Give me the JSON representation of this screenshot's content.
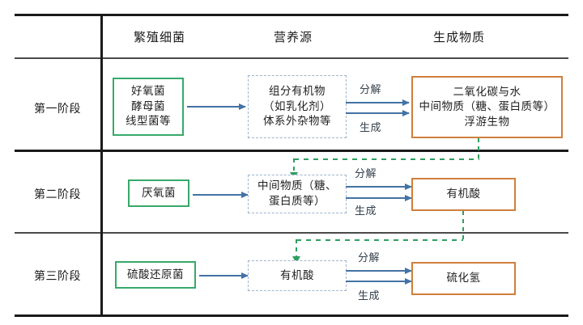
{
  "table": {
    "columns": [
      {
        "id": "stage",
        "label": ""
      },
      {
        "id": "bacteria",
        "label": "繁殖细菌"
      },
      {
        "id": "nutrient",
        "label": "营养源"
      },
      {
        "id": "product",
        "label": "生成物质"
      }
    ]
  },
  "arrow_labels": {
    "decompose": "分解",
    "generate": "生成"
  },
  "colors": {
    "green_box_border": "#37a96a",
    "orange_box_border": "#cf7f3c",
    "dashed_box_border": "#9fb6cd",
    "blue_arrow": "#4472a4",
    "green_dashed_arrow": "#2f9e5e",
    "rule": "#1a1a1a"
  },
  "stages": [
    {
      "label": "第一阶段",
      "bacteria": {
        "lines": [
          "好氧菌",
          "酵母菌",
          "线型菌等"
        ]
      },
      "nutrient": {
        "lines": [
          "组分有机物",
          "（如乳化剂）",
          "体系外杂物等"
        ]
      },
      "product": {
        "lines": [
          "二氧化碳与水",
          "中间物质（糖、蛋白质等）",
          "浮游生物"
        ]
      },
      "decompose_label": "分解",
      "generate_label": "生成"
    },
    {
      "label": "第二阶段",
      "bacteria": {
        "lines": [
          "厌氧菌"
        ]
      },
      "nutrient": {
        "lines": [
          "中间物质（糖、",
          "蛋白质等）"
        ]
      },
      "product": {
        "lines": [
          "有机酸"
        ]
      },
      "decompose_label": "分解",
      "generate_label": "生成"
    },
    {
      "label": "第三阶段",
      "bacteria": {
        "lines": [
          "硫酸还原菌"
        ]
      },
      "nutrient": {
        "lines": [
          "有机酸"
        ]
      },
      "product": {
        "lines": [
          "硫化氢"
        ]
      },
      "decompose_label": "分解",
      "generate_label": "生成"
    }
  ]
}
